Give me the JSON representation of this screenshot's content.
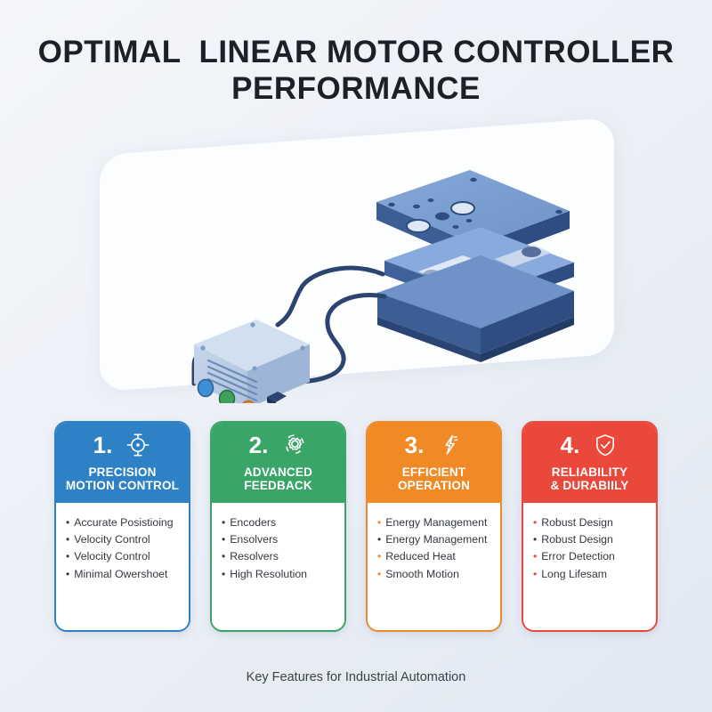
{
  "header": {
    "title_line1": "OPTIMAL  LINEAR MOTOR CONTROLLER",
    "title_line2": "PERFORMANCE"
  },
  "illustration": {
    "name": "isometric-linear-motor-stage-with-controller",
    "colors": {
      "stage_top": "#7ba0d4",
      "stage_mid": "#5b84c4",
      "stage_dark": "#2f4d80",
      "controller_body": "#b9cbe4",
      "cable": "#2c4470",
      "accent_orange": "#f07f1e"
    },
    "controller_buttons": [
      "#3f8fd4",
      "#3fa05a",
      "#f08a28"
    ]
  },
  "cards": [
    {
      "number": "1.",
      "icon": "crosshair-target-icon",
      "title": "PRECISION\nMOTION CONTROL",
      "color": "#2d81c4",
      "variant": "blue",
      "bullet_color": "#33383f",
      "bullets": [
        "Accurate Posistioing",
        "Velocity Control",
        "Velocity Control",
        "Minimal Owershoet"
      ]
    },
    {
      "number": "2.",
      "icon": "gear-motion-icon",
      "title": "ADVANCED\nFEEDBACK",
      "color": "#39a667",
      "variant": "green",
      "bullet_color": "#33383f",
      "bullets": [
        "Encoders",
        "Ensolvers",
        "Resolvers",
        "High Resolution"
      ]
    },
    {
      "number": "3.",
      "icon": "lightning-bolt-icon",
      "title": "EFFICIENT\nOPERATION",
      "color": "#ef8a27",
      "variant": "orange",
      "bullet_color": "#ef8a27",
      "bullets": [
        "Energy Management",
        "Energy Management",
        "Reduced Heat",
        "Smooth Motion"
      ]
    },
    {
      "number": "4.",
      "icon": "shield-check-icon",
      "title": "RELIABILITY\n& DURABIILY",
      "color": "#e9483b",
      "variant": "red",
      "bullet_color": "#e9483b",
      "bullets": [
        "Robust Design",
        "Robust Design",
        "Error Detection",
        "Long Lifesam"
      ]
    }
  ],
  "footer": {
    "caption": "Key Features for Industrial Automation"
  },
  "bullet_glyph": "•"
}
